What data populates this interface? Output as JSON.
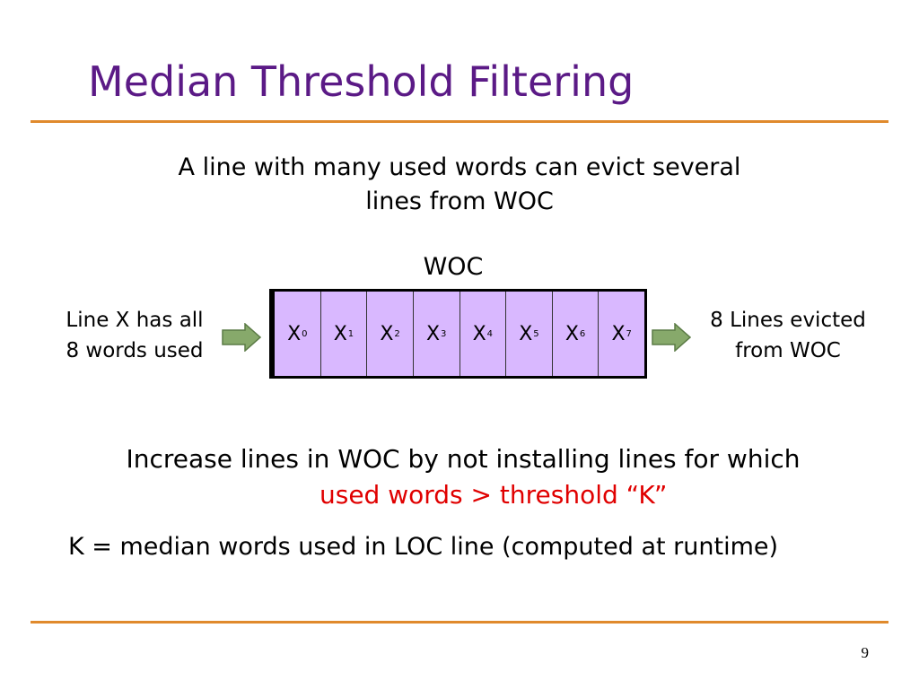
{
  "slide": {
    "title": "Median Threshold Filtering",
    "intro_line1": "A line with many used words can evict several",
    "intro_line2": "lines from WOC",
    "woc_label": "WOC",
    "cells": [
      {
        "base": "X",
        "sub": "0"
      },
      {
        "base": "X",
        "sub": "1"
      },
      {
        "base": "X",
        "sub": "2"
      },
      {
        "base": "X",
        "sub": "3"
      },
      {
        "base": "X",
        "sub": "4"
      },
      {
        "base": "X",
        "sub": "5"
      },
      {
        "base": "X",
        "sub": "6"
      },
      {
        "base": "X",
        "sub": "7"
      }
    ],
    "left_note_line1": "Line X has all",
    "left_note_line2": "8 words used",
    "right_note_line1": "8 Lines evicted",
    "right_note_line2": "from WOC",
    "increase_text": "Increase lines in WOC by not installing lines for which",
    "threshold_text": "used words > threshold “K”",
    "k_definition": "K = median words used in LOC line (computed at runtime)",
    "page_number": "9"
  },
  "colors": {
    "title": "#5b1a86",
    "rule": "#e08a2c",
    "cell_fill": "#d9b8ff",
    "arrow_fill": "#87a96b",
    "highlight": "#e00000"
  },
  "icons": {
    "left_arrow": "right-arrow-icon",
    "right_arrow": "right-arrow-icon"
  }
}
